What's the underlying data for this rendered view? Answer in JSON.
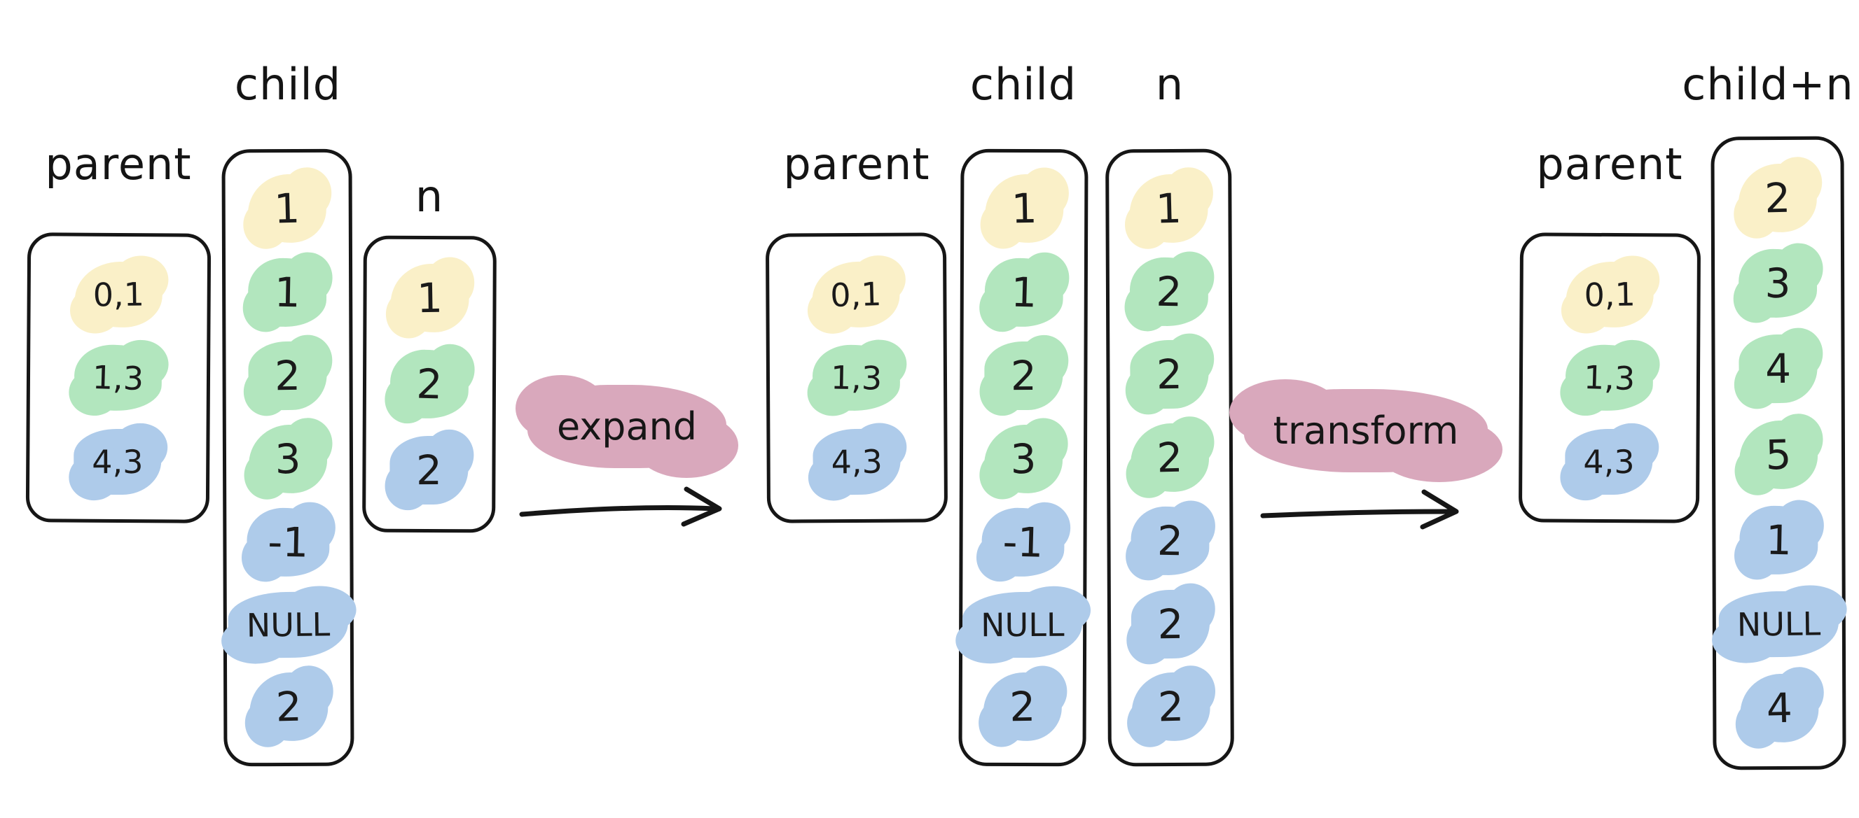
{
  "colors": {
    "row_yellow": "#faf0c8",
    "row_green": "#b2e6be",
    "row_blue": "#aecbea",
    "operation_pink": "#d9a8bc",
    "ink": "#161616"
  },
  "operations": [
    {
      "label": "expand"
    },
    {
      "label": "transform"
    }
  ],
  "stages": [
    {
      "columns": [
        {
          "label": "parent",
          "cells": [
            {
              "text": "0,1",
              "color": "yellow"
            },
            {
              "text": "1,3",
              "color": "green"
            },
            {
              "text": "4,3",
              "color": "blue"
            }
          ]
        },
        {
          "label": "child",
          "cells": [
            {
              "text": "1",
              "color": "yellow"
            },
            {
              "text": "1",
              "color": "green"
            },
            {
              "text": "2",
              "color": "green"
            },
            {
              "text": "3",
              "color": "green"
            },
            {
              "text": "-1",
              "color": "blue"
            },
            {
              "text": "NULL",
              "color": "blue"
            },
            {
              "text": "2",
              "color": "blue"
            }
          ]
        },
        {
          "label": "n",
          "cells": [
            {
              "text": "1",
              "color": "yellow"
            },
            {
              "text": "2",
              "color": "green"
            },
            {
              "text": "2",
              "color": "blue"
            }
          ]
        }
      ]
    },
    {
      "columns": [
        {
          "label": "parent",
          "cells": [
            {
              "text": "0,1",
              "color": "yellow"
            },
            {
              "text": "1,3",
              "color": "green"
            },
            {
              "text": "4,3",
              "color": "blue"
            }
          ]
        },
        {
          "label": "child",
          "cells": [
            {
              "text": "1",
              "color": "yellow"
            },
            {
              "text": "1",
              "color": "green"
            },
            {
              "text": "2",
              "color": "green"
            },
            {
              "text": "3",
              "color": "green"
            },
            {
              "text": "-1",
              "color": "blue"
            },
            {
              "text": "NULL",
              "color": "blue"
            },
            {
              "text": "2",
              "color": "blue"
            }
          ]
        },
        {
          "label": "n",
          "cells": [
            {
              "text": "1",
              "color": "yellow"
            },
            {
              "text": "2",
              "color": "green"
            },
            {
              "text": "2",
              "color": "green"
            },
            {
              "text": "2",
              "color": "green"
            },
            {
              "text": "2",
              "color": "blue"
            },
            {
              "text": "2",
              "color": "blue"
            },
            {
              "text": "2",
              "color": "blue"
            }
          ]
        }
      ]
    },
    {
      "columns": [
        {
          "label": "parent",
          "cells": [
            {
              "text": "0,1",
              "color": "yellow"
            },
            {
              "text": "1,3",
              "color": "green"
            },
            {
              "text": "4,3",
              "color": "blue"
            }
          ]
        },
        {
          "label": "child+n",
          "cells": [
            {
              "text": "2",
              "color": "yellow"
            },
            {
              "text": "3",
              "color": "green"
            },
            {
              "text": "4",
              "color": "green"
            },
            {
              "text": "5",
              "color": "green"
            },
            {
              "text": "1",
              "color": "blue"
            },
            {
              "text": "NULL",
              "color": "blue"
            },
            {
              "text": "4",
              "color": "blue"
            }
          ]
        }
      ]
    }
  ]
}
